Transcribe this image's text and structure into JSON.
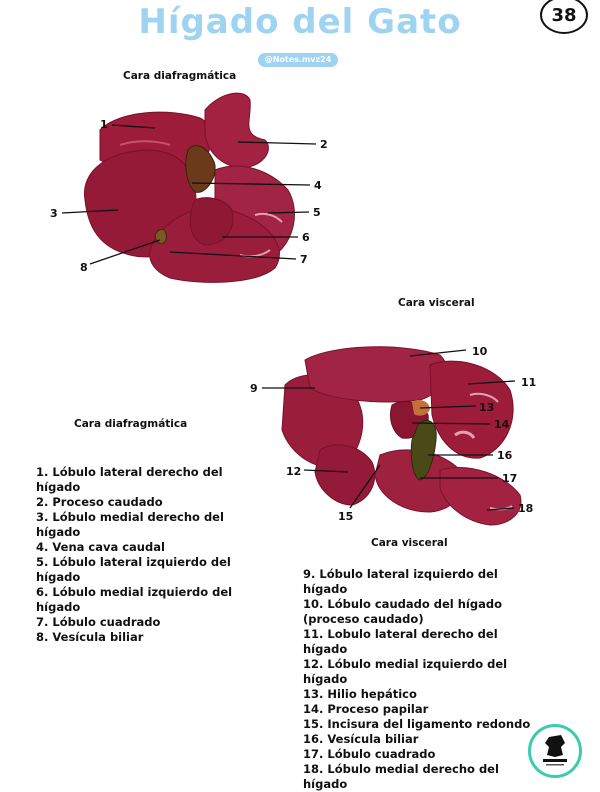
{
  "header": {
    "title": "Hígado del Gato",
    "page_number": "38",
    "handle": "@Notes.mvz24"
  },
  "figure1": {
    "caption": "Cara diafragmática",
    "labels": [
      "1",
      "2",
      "3",
      "4",
      "5",
      "6",
      "7",
      "8"
    ]
  },
  "figure2": {
    "caption": "Cara visceral",
    "labels": [
      "9",
      "10",
      "11",
      "12",
      "13",
      "14",
      "15",
      "16",
      "17",
      "18"
    ]
  },
  "legend_left": {
    "caption": "Cara diafragmática",
    "items": [
      "1. Lóbulo lateral derecho del",
      "hígado",
      "2. Proceso caudado",
      "3. Lóbulo medial derecho del hígado",
      "4. Vena cava caudal",
      "5. Lóbulo lateral izquierdo del",
      "hígado",
      "6. Lóbulo medial izquierdo del",
      "hígado",
      "7. Lóbulo cuadrado",
      "8. Vesícula biliar"
    ]
  },
  "legend_right": {
    "caption": "Cara visceral",
    "items": [
      "9. Lóbulo lateral izquierdo del hígado",
      "10. Lóbulo caudado del hígado",
      "(proceso caudado)",
      "11. Lobulo lateral derecho del hígado",
      "12. Lóbulo medial izquierdo del",
      "hígado",
      "13. Hilio hepático",
      "14. Proceso papilar",
      "15. Incisura del ligamento redondo",
      "16. Vesícula biliar",
      "17. Lóbulo cuadrado",
      "18. Lóbulo medial derecho del hígado"
    ]
  },
  "colors": {
    "title": "#9fd3f2",
    "liver": "#9c1c3a",
    "liver_dark": "#7a1029",
    "liver_light": "#b83a58",
    "gallbladder": "#4a4a18",
    "vena_cava": "#6b3a1a",
    "logo_ring": "#3ccab0"
  },
  "logo": {
    "icon": "notes-mvz-logo-icon"
  }
}
